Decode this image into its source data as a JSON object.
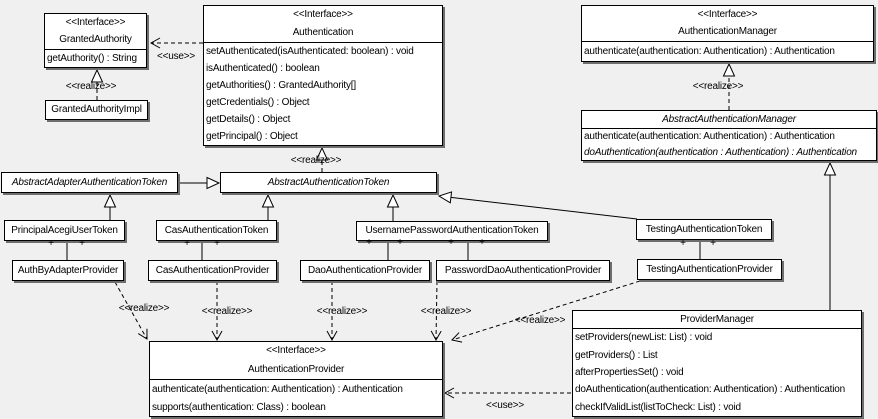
{
  "diagram": {
    "background_color": "#f0f0f0",
    "box_fill": "#ffffff",
    "line_color": "#000000",
    "labels": {
      "realize": "<<realize>>",
      "use": "<<use>>",
      "plus": "+"
    },
    "classes": {
      "granted_authority": {
        "stereotype": "<<Interface>>",
        "name": "GrantedAuthority",
        "methods": [
          "getAuthority() : String"
        ]
      },
      "granted_authority_impl": {
        "name": "GrantedAuthorityImpl"
      },
      "authentication": {
        "stereotype": "<<Interface>>",
        "name": "Authentication",
        "methods": [
          "setAuthenticated(isAuthenticated: boolean) : void",
          "isAuthenticated() : boolean",
          "getAuthorities() : GrantedAuthority[]",
          "getCredentials() : Object",
          "getDetails() : Object",
          "getPrincipal() : Object"
        ]
      },
      "authentication_manager": {
        "stereotype": "<<Interface>>",
        "name": "AuthenticationManager",
        "methods": [
          "authenticate(authentication: Authentication) : Authentication"
        ]
      },
      "abstract_authentication_manager": {
        "name": "AbstractAuthenticationManager",
        "methods": [
          "authenticate(authentication: Authentication) : Authentication",
          "doAuthentication(authentication : Authentication) : Authentication"
        ]
      },
      "abstract_adapter_authentication_token": {
        "name": "AbstractAdapterAuthenticationToken"
      },
      "abstract_authentication_token": {
        "name": "AbstractAuthenticationToken"
      },
      "principal_acegi_user_token": {
        "name": "PrincipalAcegiUserToken"
      },
      "cas_authentication_token": {
        "name": "CasAuthenticationToken"
      },
      "username_password_authentication_token": {
        "name": "UsernamePasswordAuthenticationToken"
      },
      "testing_authentication_token": {
        "name": "TestingAuthenticationToken"
      },
      "auth_by_adapter_provider": {
        "name": "AuthByAdapterProvider"
      },
      "cas_authentication_provider": {
        "name": "CasAuthenticationProvider"
      },
      "dao_authentication_provider": {
        "name": "DaoAuthenticationProvider"
      },
      "password_dao_authentication_provider": {
        "name": "PasswordDaoAuthenticationProvider"
      },
      "testing_authentication_provider": {
        "name": "TestingAuthenticationProvider"
      },
      "authentication_provider": {
        "stereotype": "<<Interface>>",
        "name": "AuthenticationProvider",
        "methods": [
          "authenticate(authentication: Authentication) : Authentication",
          "supports(authentication: Class) : boolean"
        ]
      },
      "provider_manager": {
        "name": "ProviderManager",
        "methods": [
          "setProviders(newList: List) : void",
          "getProviders() : List",
          "afterPropertiesSet() : void",
          "doAuthentication(authentication: Authentication) : Authentication",
          "checkIfValidList(listToCheck: List) : void"
        ]
      }
    }
  }
}
